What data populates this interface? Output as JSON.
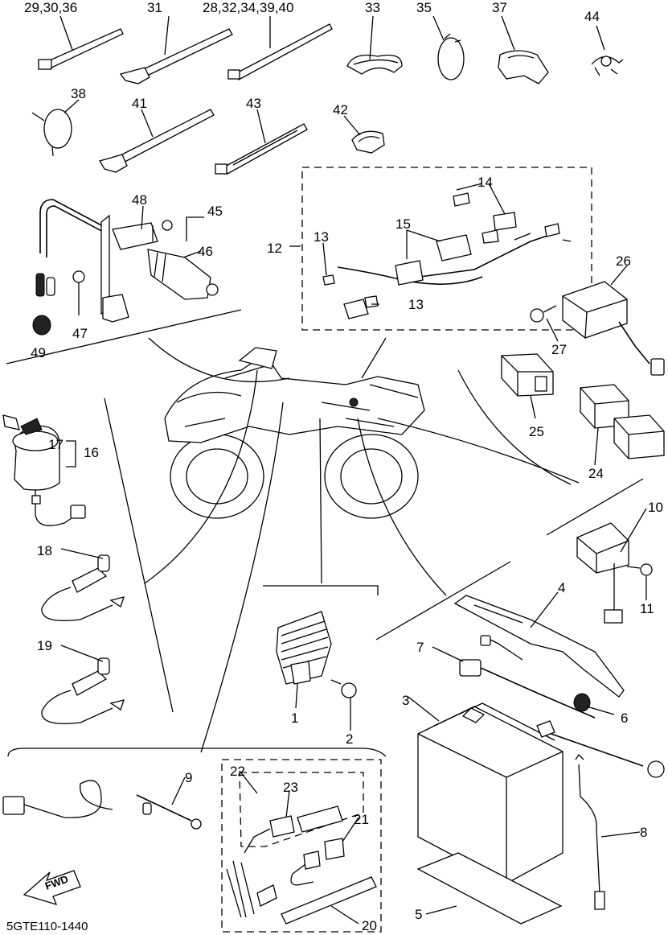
{
  "diagram_code": "5GTE110-1440",
  "fwd_label": "FWD",
  "callouts": {
    "c1": "1",
    "c2": "2",
    "c3": "3",
    "c4": "4",
    "c5": "5",
    "c6": "6",
    "c7": "7",
    "c8": "8",
    "c9": "9",
    "c10": "10",
    "c11": "11",
    "c12": "12",
    "c13a": "13",
    "c13b": "13",
    "c14": "14",
    "c15": "15",
    "c16": "16",
    "c17": "17",
    "c18": "18",
    "c19": "19",
    "c20": "20",
    "c21": "21",
    "c22": "22",
    "c23": "23",
    "c24": "24",
    "c25": "25",
    "c26": "26",
    "c27": "27",
    "c29_30_36": "29,30,36",
    "c31": "31",
    "c28_group": "28,32,34,39,40",
    "c33": "33",
    "c35": "35",
    "c37": "37",
    "c38": "38",
    "c41": "41",
    "c42": "42",
    "c43": "43",
    "c44": "44",
    "c45": "45",
    "c46": "46",
    "c47": "47",
    "c48": "48",
    "c49": "49"
  }
}
